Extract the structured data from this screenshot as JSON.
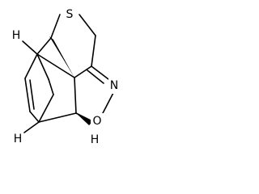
{
  "structure": {
    "atom_labels": {
      "sulfur": "S",
      "nitrogen": "N",
      "oxygen": "O",
      "h_top_left": "H",
      "h_bottom_left": "H",
      "h_bottom_mid": "H"
    }
  },
  "colors": {
    "bond": "#000000",
    "background": "#ffffff"
  }
}
